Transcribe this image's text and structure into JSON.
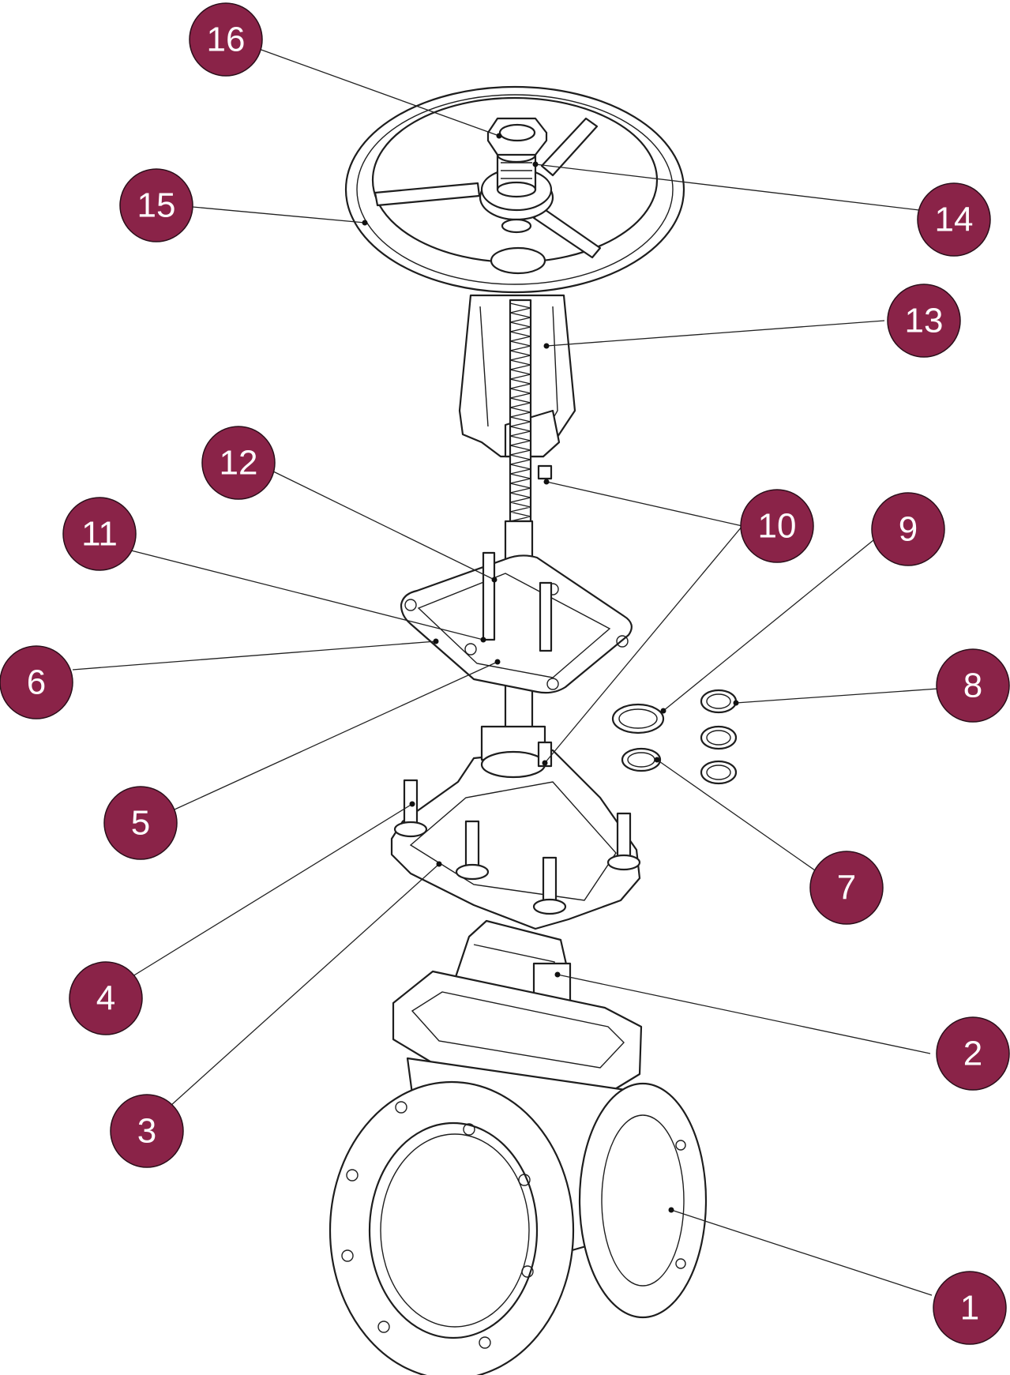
{
  "diagram": {
    "colors": {
      "callout_fill": "#8a2348",
      "callout_text": "#ffffff",
      "line": "#1e1e1e",
      "background": "#ffffff"
    },
    "callouts": [
      {
        "label": "1"
      },
      {
        "label": "2"
      },
      {
        "label": "3"
      },
      {
        "label": "4"
      },
      {
        "label": "5"
      },
      {
        "label": "6"
      },
      {
        "label": "7"
      },
      {
        "label": "8"
      },
      {
        "label": "9"
      },
      {
        "label": "10"
      },
      {
        "label": "11"
      },
      {
        "label": "12"
      },
      {
        "label": "13"
      },
      {
        "label": "14"
      },
      {
        "label": "15"
      },
      {
        "label": "16"
      }
    ]
  }
}
